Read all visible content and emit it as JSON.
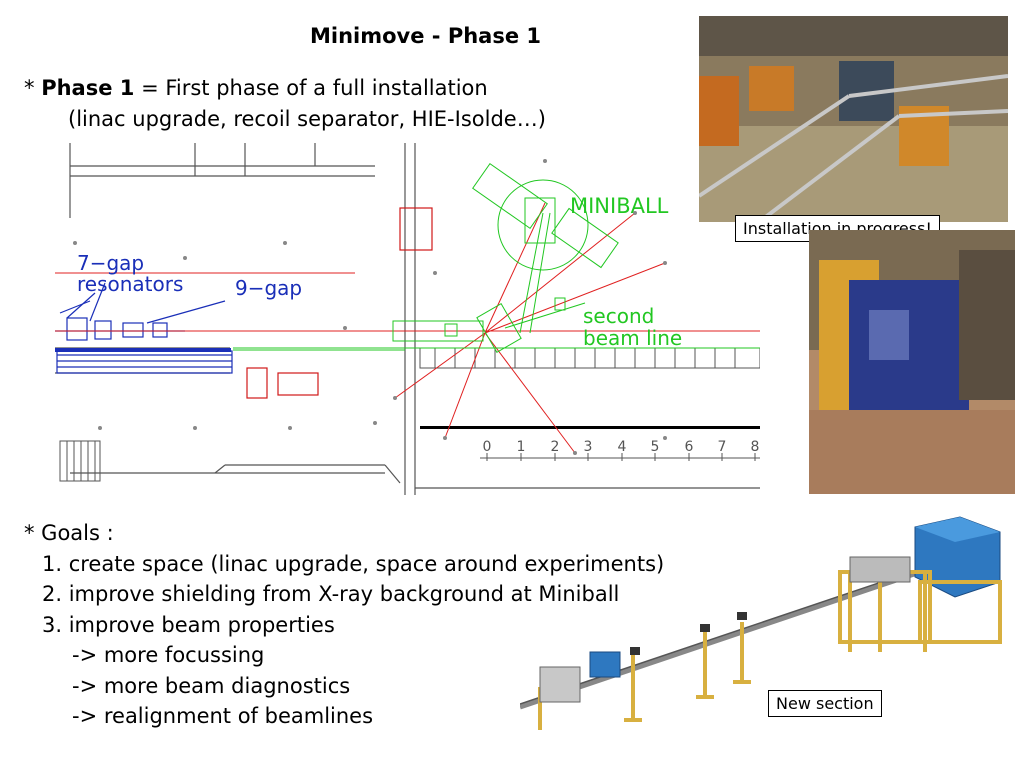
{
  "title": "Minimove - Phase 1",
  "phase": {
    "bullet": "*",
    "label": "Phase 1",
    "definition": "= First phase of a full installation",
    "examples": "(linac upgrade, recoil separator, HIE-Isolde…)"
  },
  "drawing": {
    "labels": {
      "miniball": "MINIBALL",
      "gap7": "7−gap",
      "resonators": "resonators",
      "gap9": "9−gap",
      "second": "second",
      "beamline": "beam  line",
      "scale": [
        "0",
        "1",
        "2",
        "3",
        "4",
        "5",
        "6",
        "7",
        "8"
      ]
    },
    "colors": {
      "beam": "#e02020",
      "green": "#22c722",
      "blue": "#1a2fb8",
      "red": "#d01818"
    }
  },
  "captions": {
    "installation": "Installation in progress!",
    "new_section": "New section"
  },
  "goals": {
    "heading": "* Goals :",
    "items": [
      "1. create space (linac upgrade, space around experiments)",
      "2. improve shielding from X-ray background at Miniball",
      "3. improve beam properties"
    ],
    "subitems": [
      "-> more focussing",
      "-> more beam diagnostics",
      "-> realignment of beamlines"
    ]
  }
}
